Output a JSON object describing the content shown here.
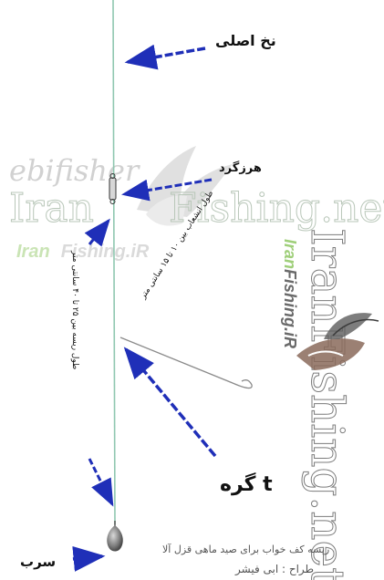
{
  "labels": {
    "main_line": "نخ اصلی",
    "swivel": "هرزگرد",
    "knot": "گره t",
    "sinker": "سرب",
    "leader_length": "طول ریسه بین ۲۵ تا ۴۰ سانتی متر",
    "dropper_length": "طول انشعاب بین ۱۰ تا ۱۵ سانتی متر"
  },
  "caption": {
    "title": "ریسه کف خواب برای صید ماهی قزل آلا",
    "designer": "طراح : ابی فیشر"
  },
  "watermarks": {
    "site": "IranFishing.net",
    "site_parts": [
      "Iran",
      "Fishing.net"
    ],
    "site_alt": "IranFishing.iR",
    "site_alt_parts": [
      "Iran",
      "Fishing.iR"
    ],
    "script": "ebifisher",
    "vertical_main": "IranFishing.net",
    "vertical_small_parts": [
      "Iran",
      "Fishing.iR"
    ]
  },
  "colors": {
    "line": "#8fc7b0",
    "arrow": "#1f2fb8",
    "text": "#111111",
    "watermark_green": "#9fcf7a"
  }
}
